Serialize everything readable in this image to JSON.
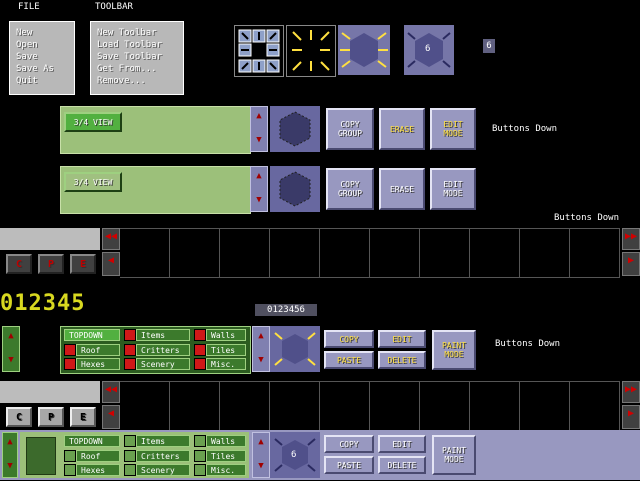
{
  "menubar": {
    "file": "FILE",
    "toolbar": "TOOLBAR"
  },
  "file_menu": [
    "New",
    "Open",
    "Save",
    "Save As",
    "Quit"
  ],
  "toolbar_menu": [
    "New Toolbar",
    "Load Toolbar",
    "Save Toolbar",
    "Get From...",
    "Remove..."
  ],
  "hex_number": "6",
  "hex_number_tag": "6",
  "row1": {
    "view": "3/4 VIEW",
    "copy": "COPY GROUP",
    "erase": "ERASE",
    "edit": "EDIT MODE",
    "status": "Buttons Down"
  },
  "row2": {
    "view": "3/4 VIEW",
    "copy": "COPY GROUP",
    "erase": "ERASE",
    "edit": "EDIT MODE",
    "status": "Buttons Down"
  },
  "cpe": {
    "c": "C",
    "p": "P",
    "e": "E"
  },
  "digits_big": "012345",
  "digits_small": "0123456",
  "panel3": {
    "topdown": "TOPDOWN",
    "roof": "Roof",
    "hexes": "Hexes",
    "items": "Items",
    "critters": "Critters",
    "scenery": "Scenery",
    "walls": "Walls",
    "tiles": "Tiles",
    "misc": "Misc.",
    "copy": "COPY",
    "edit": "EDIT",
    "paste": "PASTE",
    "delete": "DELETE",
    "paint": "PAINT MODE",
    "status": "Buttons Down"
  },
  "panel4": {
    "topdown": "TOPDOWN",
    "roof": "Roof",
    "hexes": "Hexes",
    "items": "Items",
    "critters": "Critters",
    "scenery": "Scenery",
    "walls": "Walls",
    "tiles": "Tiles",
    "misc": "Misc.",
    "copy": "COPY",
    "edit": "EDIT",
    "paste": "PASTE",
    "delete": "DELETE",
    "paint": "PAINT MODE",
    "hex": "6"
  },
  "icons": {
    "up": "▲",
    "down": "▼",
    "left": "◀",
    "right": "▶"
  }
}
